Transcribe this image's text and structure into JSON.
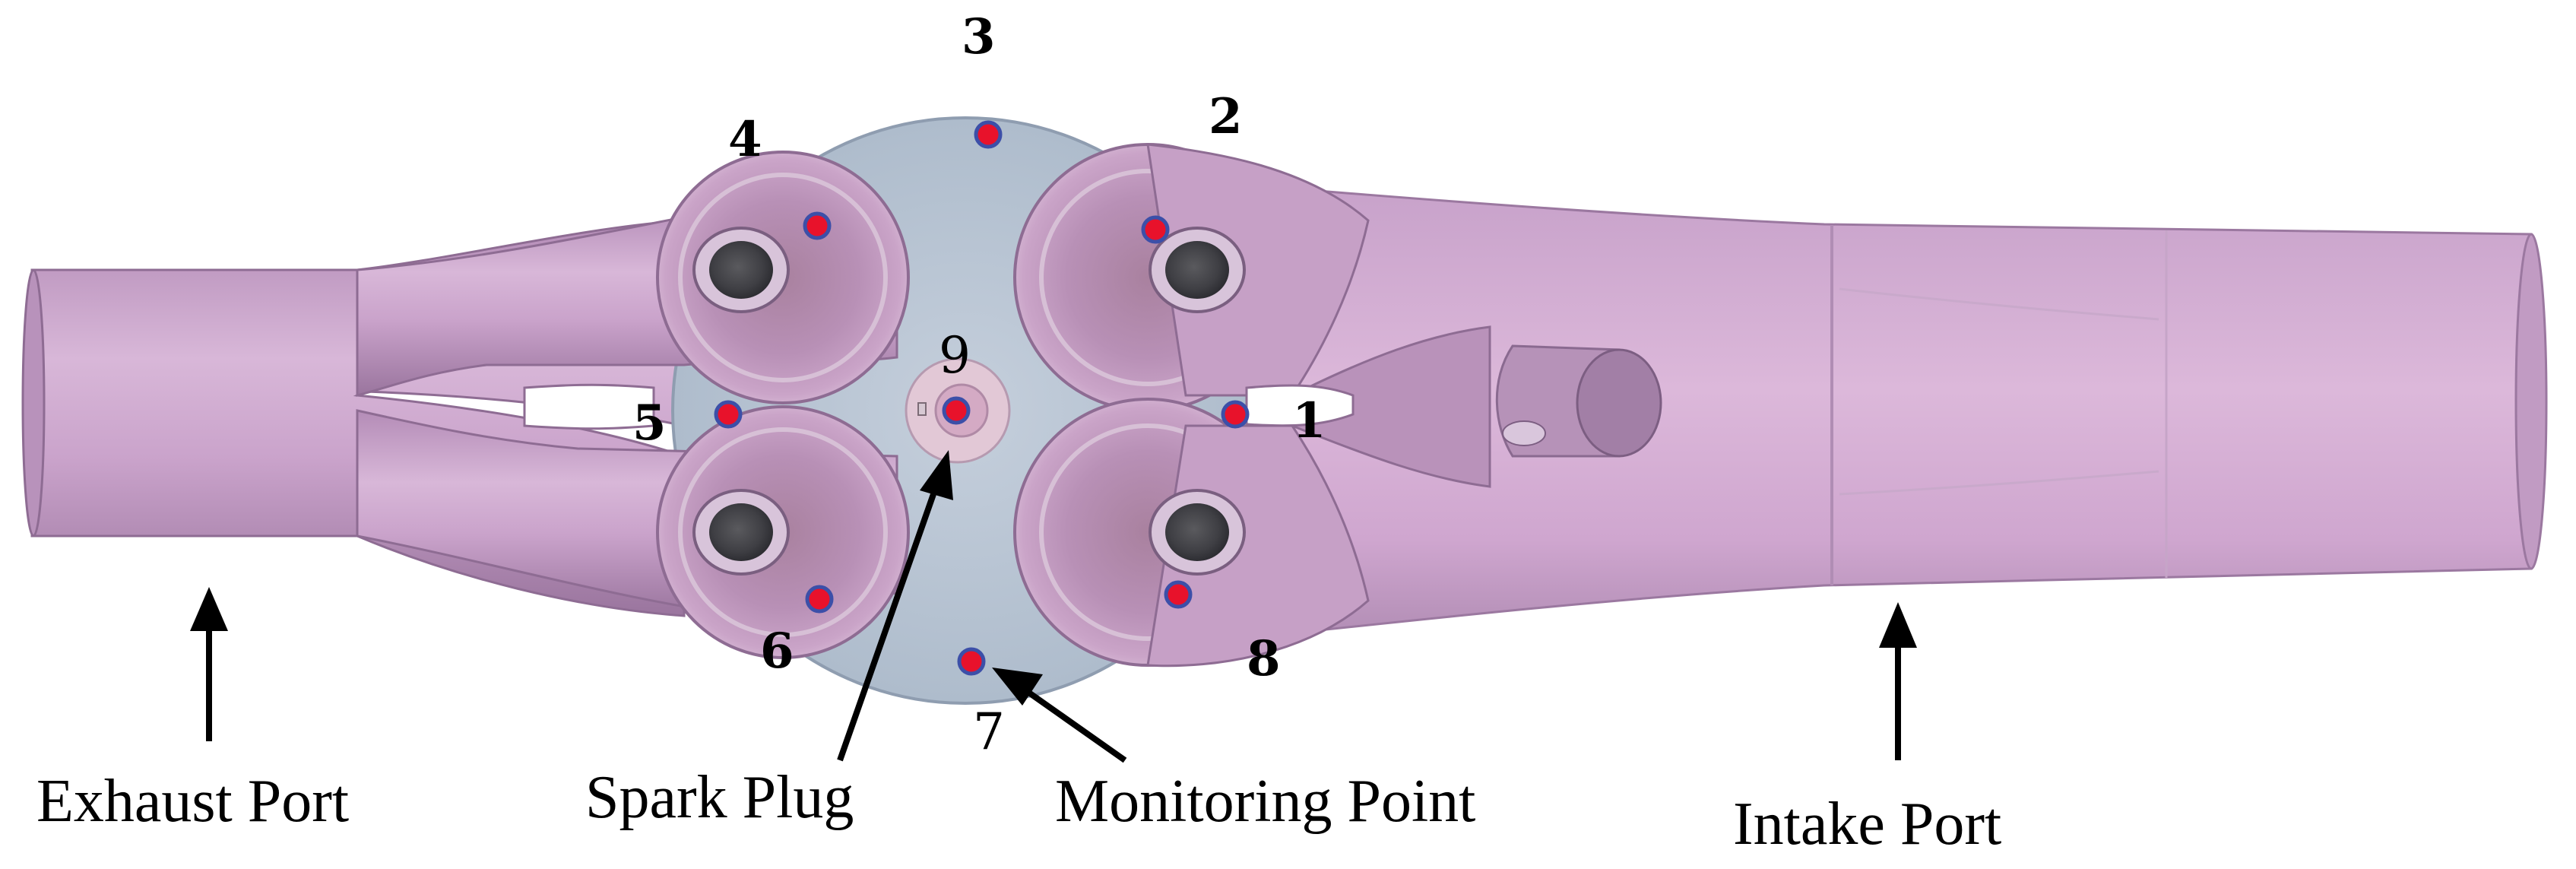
{
  "labels": {
    "exhaust_port": "Exhaust Port",
    "spark_plug": "Spark Plug",
    "monitoring_point": "Monitoring Point",
    "intake_port": "Intake Port"
  },
  "monitoring_points": [
    "1",
    "2",
    "3",
    "4",
    "5",
    "6",
    "7",
    "8",
    "9"
  ],
  "colors": {
    "port_body": "#c9a4c9",
    "port_shadow": "#8d6a91",
    "chamber": "#b7c3d2",
    "monitor_dot": "#e8122b",
    "monitor_ring": "#3c4fa8"
  }
}
